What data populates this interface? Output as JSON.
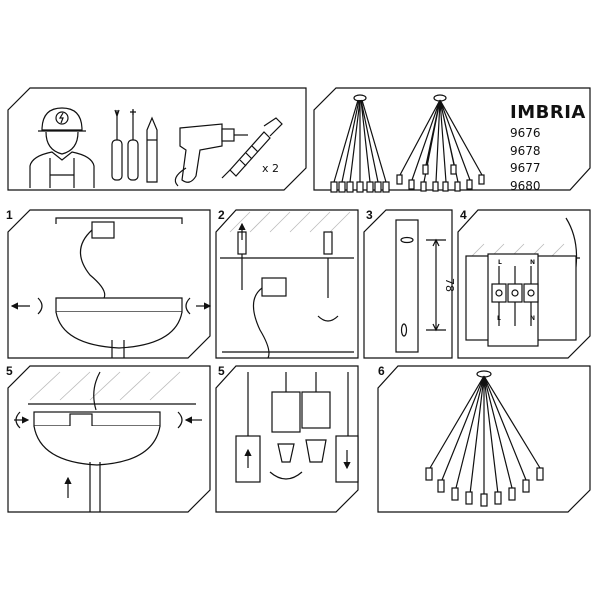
{
  "product": {
    "name": "IMBRIA",
    "models": [
      "9676",
      "9678",
      "9677",
      "9680"
    ]
  },
  "tools": {
    "quantity_label": "x 2"
  },
  "steps": [
    {
      "number": "1"
    },
    {
      "number": "2"
    },
    {
      "number": "3",
      "dimension": "78"
    },
    {
      "number": "4",
      "terminal_top": [
        "L",
        "",
        "N"
      ],
      "terminal_bottom": [
        "L",
        "",
        "N"
      ]
    },
    {
      "number": "5"
    },
    {
      "number": "5"
    },
    {
      "number": "6"
    }
  ],
  "colors": {
    "line": "#111111",
    "background": "#ffffff",
    "hatch": "#bbbbbb"
  }
}
